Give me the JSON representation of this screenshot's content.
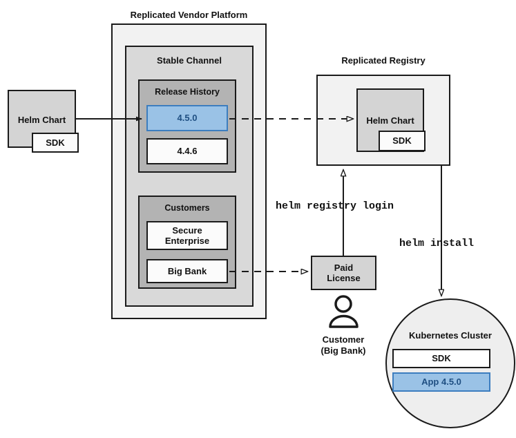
{
  "diagram": {
    "title_vendor_platform": "Replicated Vendor Platform",
    "title_registry": "Replicated Registry",
    "stable_channel_label": "Stable Channel",
    "release_history_label": "Release History",
    "customers_label": "Customers",
    "kubernetes_cluster_label": "Kubernetes Cluster"
  },
  "nodes": {
    "helm_chart_left": "Helm Chart",
    "sdk_left": "SDK",
    "release_current": "4.5.0",
    "release_previous": "4.4.6",
    "customer_secure_enterprise": "Secure\nEnterprise",
    "customer_big_bank": "Big Bank",
    "helm_chart_registry": "Helm Chart",
    "sdk_registry": "SDK",
    "paid_license": "Paid\nLicense",
    "customer_caption": "Customer\n(Big Bank)",
    "cluster_sdk": "SDK",
    "cluster_app": "App 4.5.0"
  },
  "commands": {
    "helm_registry_login": "helm registry login",
    "helm_install": "helm install"
  },
  "colors": {
    "highlight_fill": "#9ac2e6",
    "highlight_border": "#3c7dbf",
    "highlight_text": "#1f4f82",
    "outer_container": "#f2f2f2",
    "mid_container": "#d9d9d9",
    "inner_container": "#b3b3b3",
    "node_fill": "#d4d4d4",
    "white_node": "#fbfbfb",
    "stroke": "#1a1a1a"
  }
}
